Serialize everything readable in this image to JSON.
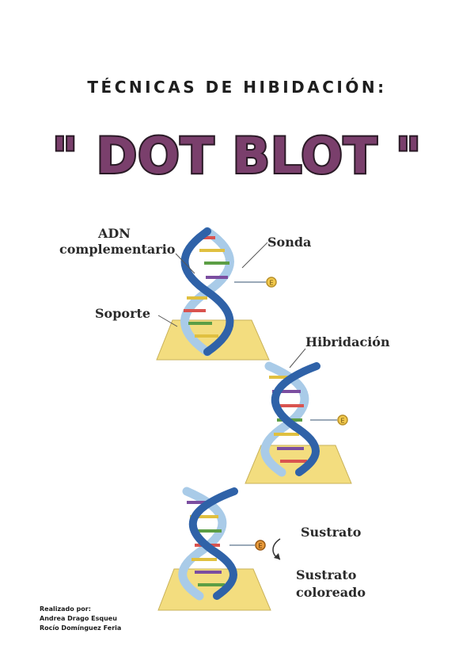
{
  "header": {
    "subtitle": "TÉCNICAS DE HIBIDACIÓN:",
    "title": "\" DOT BLOT \""
  },
  "diagram": {
    "labels": {
      "adn_line1": "ADN",
      "adn_line2": "complementario",
      "sonda": "Sonda",
      "soporte": "Soporte",
      "hibridacion": "Hibridación",
      "sustrato": "Sustrato",
      "sustrato_coloreado_line1": "Sustrato",
      "sustrato_coloreado_line2": "coloreado"
    },
    "enzyme_letter": "E",
    "colors": {
      "strand_dark": "#2f62a8",
      "strand_light": "#a9cbe8",
      "support": "#f3dd7f",
      "title_fill": "#7a3f6c"
    }
  },
  "credits": {
    "heading": "Realizado por:",
    "author1": "Andrea Drago Esqueu",
    "author2": "Rocío Domínguez Feria"
  }
}
